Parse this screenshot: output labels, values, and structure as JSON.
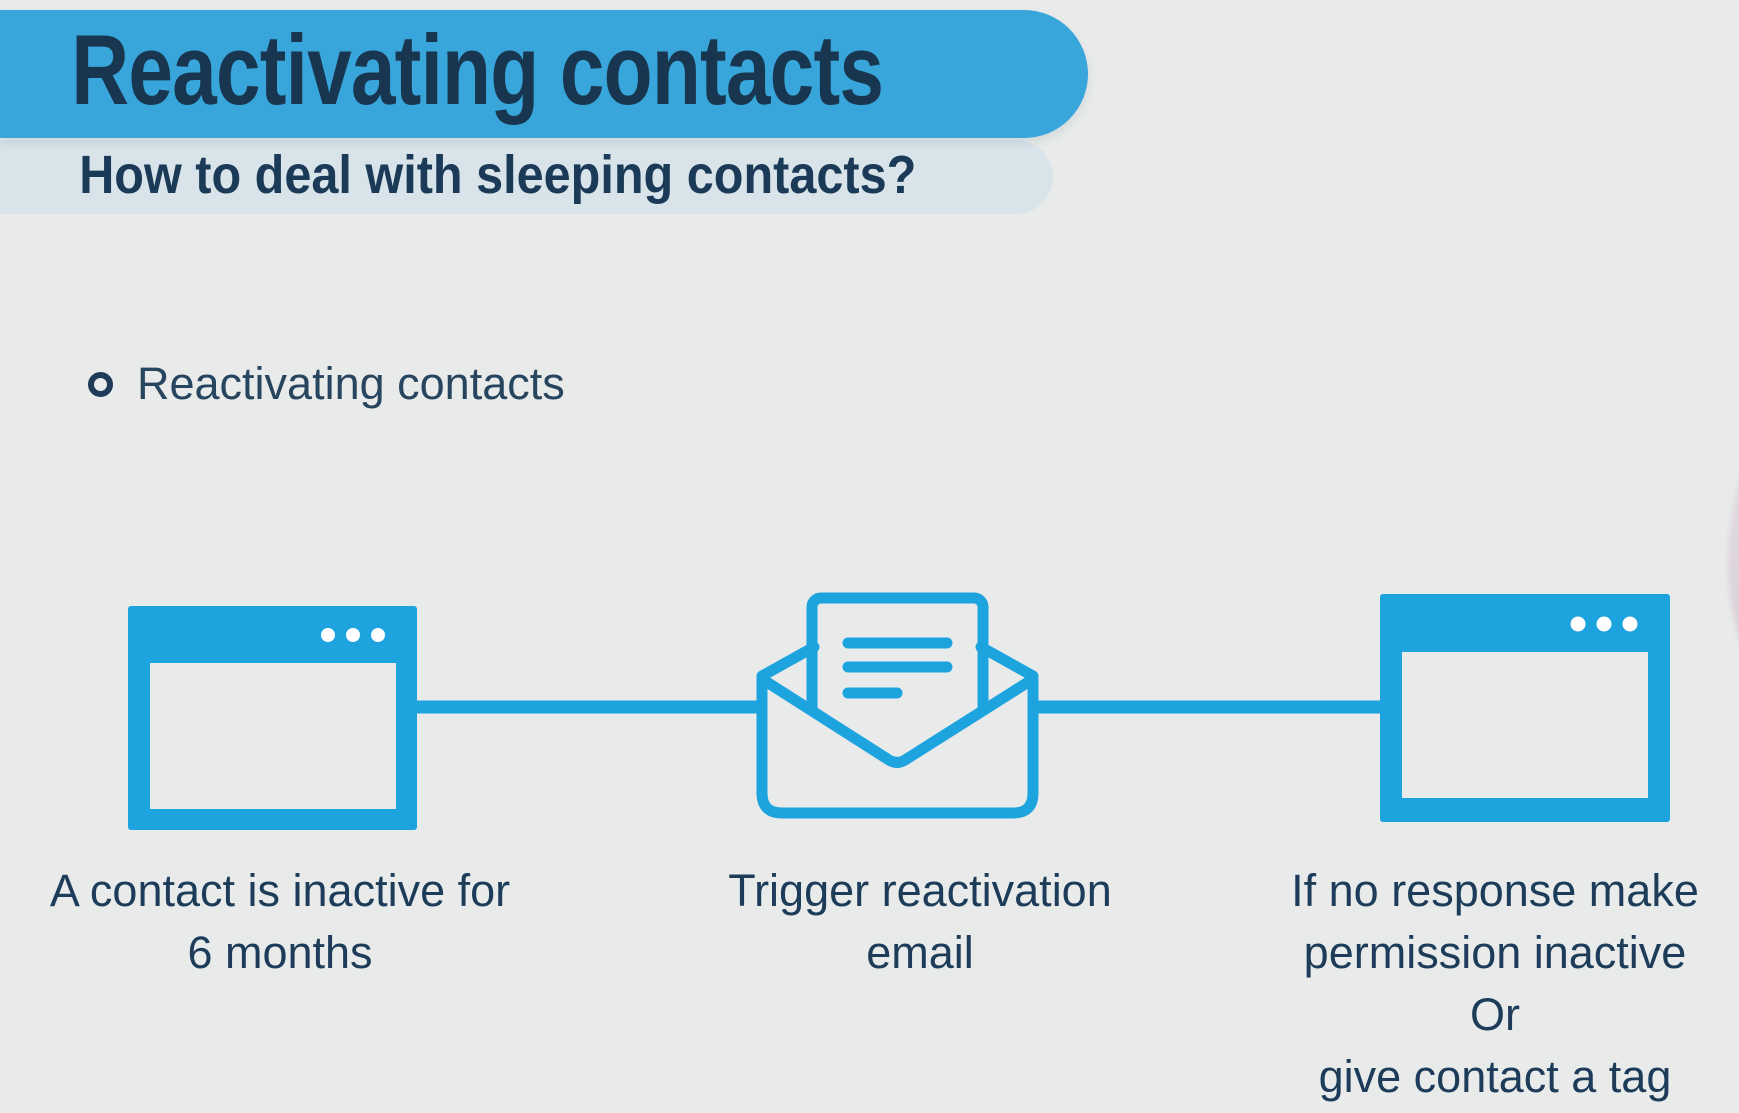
{
  "header": {
    "title": "Reactivating contacts",
    "subtitle": "How to deal with sleeping contacts?"
  },
  "bullet": {
    "label": "Reactivating contacts"
  },
  "steps": [
    {
      "icon": "browser-window",
      "caption": "A contact is inactive for\n6 months"
    },
    {
      "icon": "open-envelope-email",
      "caption": "Trigger reactivation\nemail"
    },
    {
      "icon": "browser-window",
      "caption": "If no response make\npermission inactive\nOr\ngive contact a tag"
    }
  ],
  "colors": {
    "background": "#e9ebea",
    "banner_blue": "#38a6da",
    "subtitle_bg": "#d8e4ea",
    "navy": "#1b3a57",
    "icon_blue": "#1da3de",
    "bubble_pink": "#d5c9d4"
  }
}
